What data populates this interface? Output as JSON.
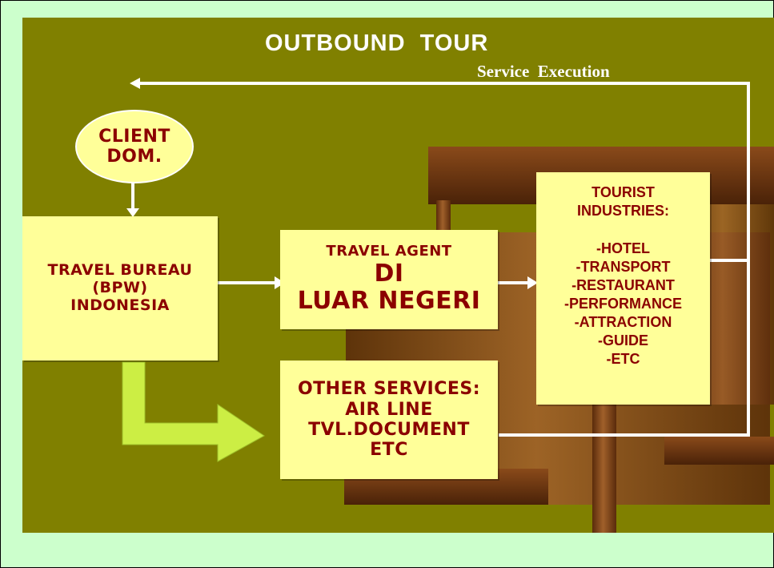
{
  "title": "OUTBOUND  TOUR",
  "subtitle": "Service  Execution",
  "nodes": {
    "client": [
      "CLIENT",
      "DOM."
    ],
    "travel_bureau": [
      "Travel Bureau",
      "(BPW)",
      "INDONESIA"
    ],
    "travel_agent": {
      "line1": "Travel Agent",
      "line2": "DI",
      "line3": "LUAR NEGERI"
    },
    "tourist_industries": {
      "heading": [
        "TOURIST",
        "INDUSTRIES:"
      ],
      "items": [
        "-HOTEL",
        "-TRANSPORT",
        "-RESTAURANT",
        "-PERFORMANCE",
        "-ATTRACTION",
        "-GUIDE",
        "-ETC"
      ]
    },
    "other_services": [
      "OTHER SERVICES:",
      "AIR LINE",
      "TVL.DOCUMENT",
      "ETC"
    ]
  },
  "colors": {
    "background": "#808000",
    "page": "#ccffcc",
    "box_fill": "#ffff99",
    "box_text": "#8b0000",
    "arrow": "#ffffff",
    "big_arrow": "#ccee44",
    "furniture": "#8b4513"
  }
}
